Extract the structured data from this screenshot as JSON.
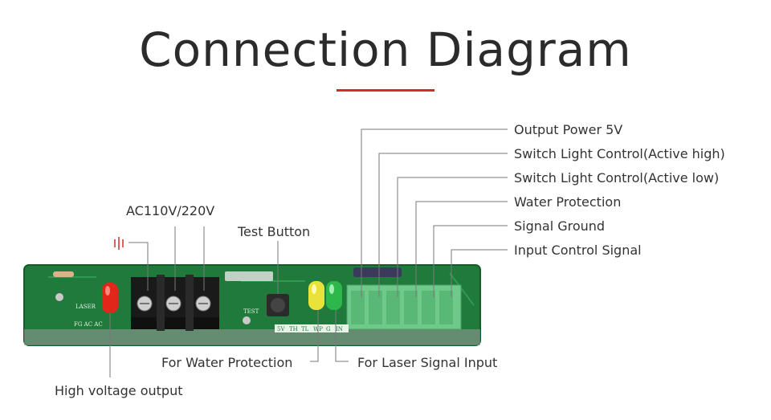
{
  "title": "Connection Diagram",
  "labels": {
    "ac_input": "AC110V/220V",
    "test_button": "Test Button",
    "output_power": "Output Power 5V",
    "switch_high": "Switch Light Control(Active high)",
    "switch_low": "Switch Light Control(Active low)",
    "water_protection": "Water Protection",
    "signal_ground": "Signal Ground",
    "input_control": "Input Control Signal",
    "for_water": "For Water Protection",
    "for_laser": "For Laser Signal Input",
    "high_voltage": "High voltage output"
  },
  "silkscreen": {
    "left_terminal": "FG  AC  AC",
    "right_terminal": [
      "5V",
      "TH",
      "TL",
      "WP",
      "G",
      "IN"
    ],
    "laser": "LASER",
    "test": "TEST"
  },
  "colors": {
    "accent_line": "#d62b2b",
    "pcb": "#1f7a3c",
    "led_red": "#e2261a",
    "led_yellow": "#e8e23a",
    "led_green": "#2fb84a",
    "connector": "#6fc98a"
  }
}
